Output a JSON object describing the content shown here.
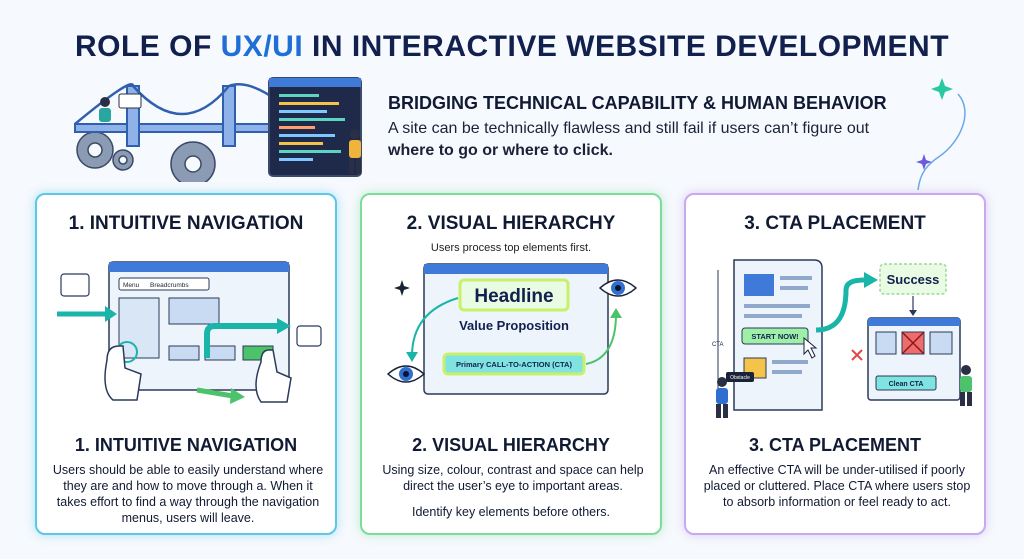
{
  "header": {
    "title_pre": "ROLE OF ",
    "title_accent": "UX/UI",
    "title_post": " IN INTERACTIVE WEBSITE DEVELOPMENT"
  },
  "intro": {
    "heading": "BRIDGING TECHNICAL CAPABILITY & HUMAN BEHAVIOR",
    "text": "A site can be technically flawless and still fail if users can’t figure out",
    "emphasis": "where to go or where to click."
  },
  "cards": [
    {
      "heading": "1. INTUITIVE NAVIGATION",
      "art": {
        "menu": "Menu",
        "breadcrumbs": "Breadcrumbs"
      },
      "subheading": "1. INTUITIVE NAVIGATION",
      "body": "Users should be able to easily understand where they are and how to move through a. When it takes effort to find a way through the navigation menus, users will leave."
    },
    {
      "heading": "2. VISUAL HIERARCHY",
      "note": "Users process top elements first.",
      "art": {
        "headline": "Headline",
        "value": "Value Proposition",
        "cta": "Primary CALL-TO-ACTION (CTA)"
      },
      "subheading": "2. VISUAL HIERARCHY",
      "body": "Using size, colour, contrast and space can help direct the user’s eye to important areas.",
      "extra": "Identify key elements before others."
    },
    {
      "heading": "3. CTA PLACEMENT",
      "art": {
        "start": "START NOW!",
        "success": "Success",
        "cta": "CTA",
        "obstacle": "Obstacle",
        "clean": "Clean CTA"
      },
      "subheading": "3. CTA PLACEMENT",
      "body": "An effective CTA will be under-utilised if poorly placed or cluttered. Place CTA where users stop to absorb information or feel ready to act."
    }
  ],
  "colors": {
    "accent": "#1f6fd6",
    "teal": "#19b5a8",
    "green": "#4cc36b",
    "lime": "#c9f06b"
  }
}
